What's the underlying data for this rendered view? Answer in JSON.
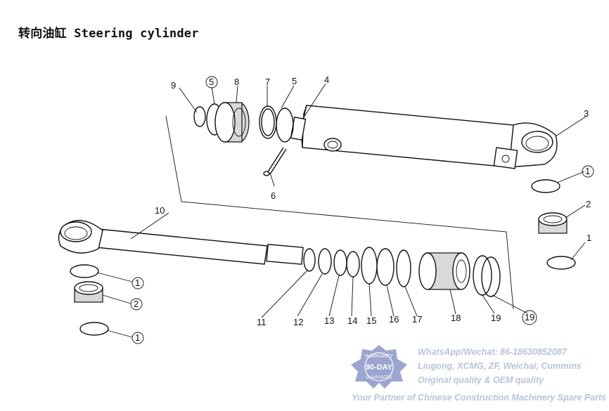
{
  "title": "转向油缸 Steering cylinder",
  "labels": [
    "1",
    "2",
    "3",
    "4",
    "5",
    "6",
    "7",
    "8",
    "9",
    "10",
    "11",
    "12",
    "13",
    "14",
    "15",
    "16",
    "17",
    "18",
    "19"
  ],
  "circled": {
    "one": "1",
    "two": "2",
    "five": "5",
    "nineteen": "19"
  },
  "watermark": {
    "badge_top": "WARRANTY",
    "badge_mid": "90-DAY",
    "badge_bottom": "GUARANTEE",
    "line1": "WhatsApp/Wechat: 86-18630852087",
    "line2": "Liugong, XCMG, ZF, Weichai, Cummins",
    "line3": "Original quality & OEM quality",
    "line4": "Your Partner of Chinese Construction Machinery Spare Parts"
  },
  "colors": {
    "badge": "#8a95c7",
    "watermark_text": "#a0afcd"
  }
}
